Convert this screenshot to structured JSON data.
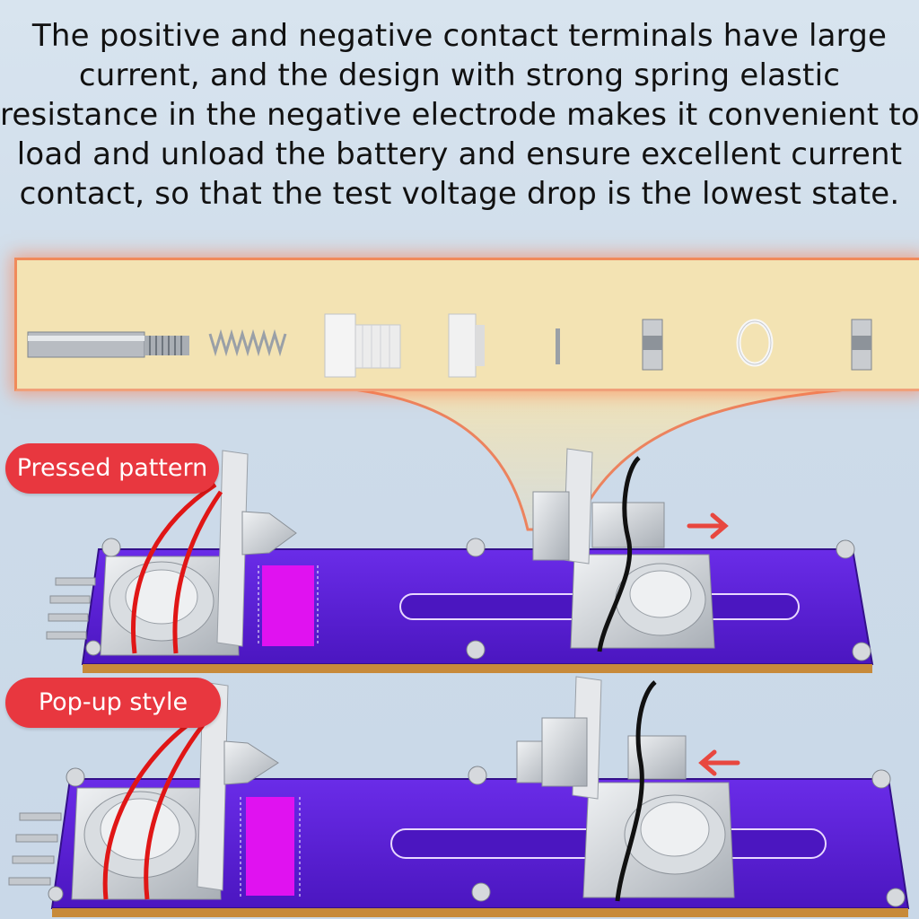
{
  "headline": {
    "line1": "The positive and negative contact terminals have large",
    "line2": "current, and the design with strong spring elastic",
    "line3": "resistance in the negative electrode makes it convenient to",
    "line4": "load and unload the battery and ensure excellent current",
    "line5": "contact, so that the test voltage drop is the lowest state."
  },
  "labels": {
    "pressed": "Pressed pattern",
    "popup": "Pop-up style"
  },
  "colors": {
    "board": "#5a1fd6",
    "label_bg": "#e8373f",
    "panel_bg": "#f3e3b3",
    "arrow": "#e8473f"
  },
  "parts": [
    "threaded-rod",
    "spring",
    "white-flange-bushing",
    "white-nut",
    "washer",
    "hex-nut",
    "split-ring",
    "hex-nut"
  ],
  "arrows": {
    "pressed": "right",
    "popup": "left"
  }
}
